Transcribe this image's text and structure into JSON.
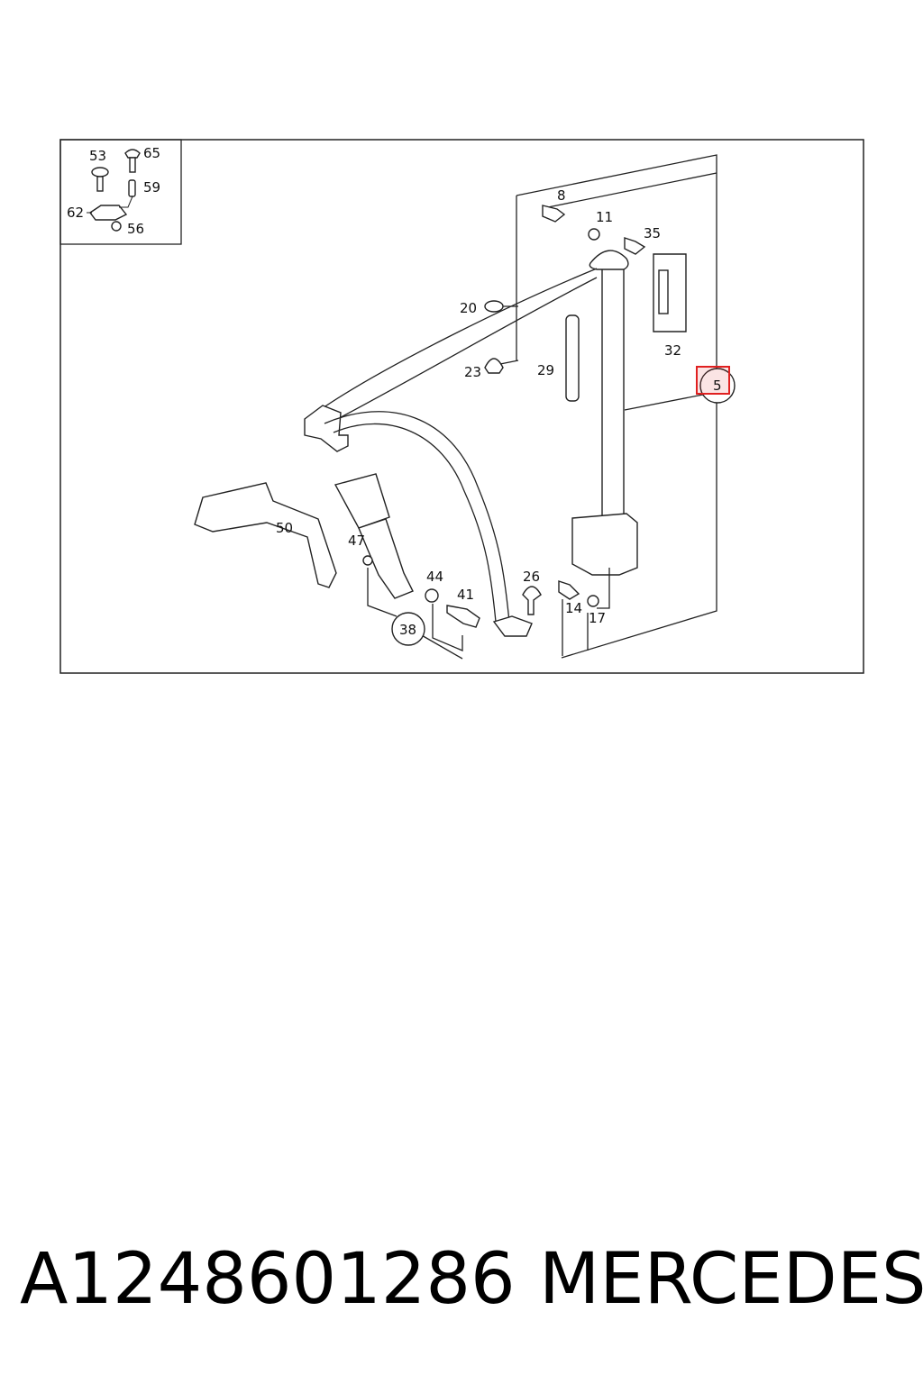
{
  "diagram": {
    "callouts": [
      "53",
      "65",
      "59",
      "62",
      "56",
      "8",
      "11",
      "35",
      "20",
      "32",
      "23",
      "29",
      "5",
      "50",
      "47",
      "44",
      "41",
      "26",
      "14",
      "17",
      "38"
    ],
    "highlighted_callout": "5",
    "highlight_color": "#e02020"
  },
  "caption": {
    "part_number": "A1248601286",
    "brand": "MERCEDES"
  }
}
